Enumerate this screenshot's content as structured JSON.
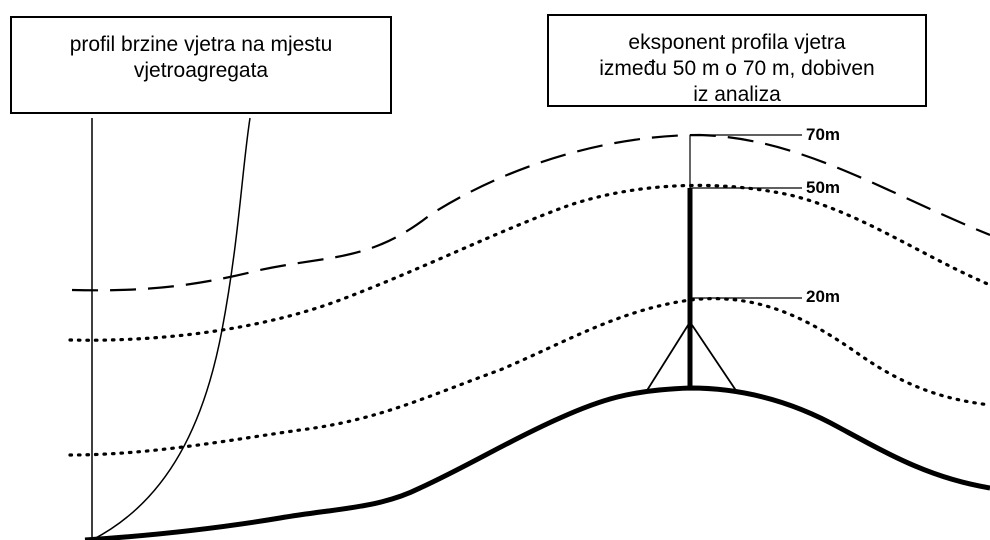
{
  "left_callout": {
    "line1": "profil brzine vjetra na mjestu",
    "line2": "vjetroagregata"
  },
  "right_callout": {
    "line1": "eksponent profila vjetra",
    "line2": "između 50 m o 70 m, dobiven",
    "line3": "iz analiza"
  },
  "height_labels": {
    "h70": "70m",
    "h50": "50m",
    "h20": "20m"
  },
  "colors": {
    "ink": "#000000",
    "background": "#ffffff"
  }
}
